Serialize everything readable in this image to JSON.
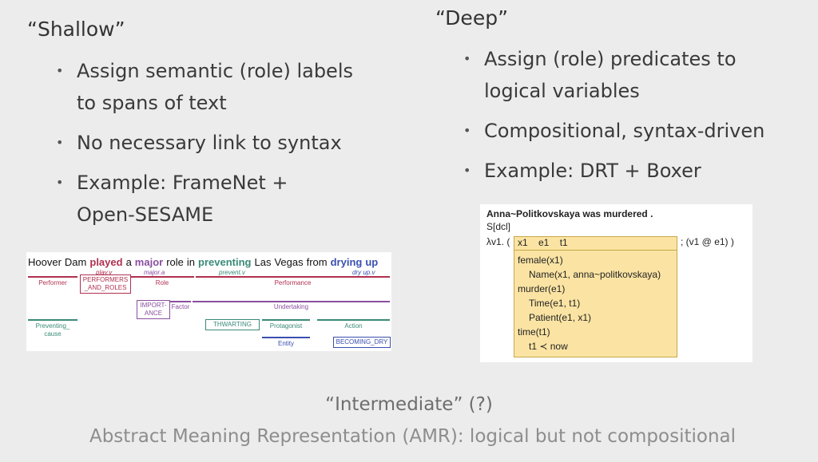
{
  "left": {
    "heading": "“Shallow”",
    "bullets": [
      {
        "lines": [
          "Assign semantic (role) labels",
          "to spans of text"
        ]
      },
      {
        "lines": [
          "No necessary link to syntax"
        ]
      },
      {
        "lines": [
          "Example: FrameNet +",
          "Open-SESAME"
        ]
      }
    ]
  },
  "right": {
    "heading": "“Deep”",
    "bullets": [
      {
        "lines": [
          "Assign (role) predicates to",
          "logical variables"
        ]
      },
      {
        "lines": [
          "Compositional, syntax-driven"
        ]
      },
      {
        "lines": [
          "Example: DRT + Boxer"
        ]
      }
    ]
  },
  "framenet": {
    "words": [
      "Hoover",
      "Dam",
      "played",
      "a",
      "major",
      "role",
      "in",
      "preventing",
      "Las",
      "Vegas",
      "from",
      "drying",
      "up"
    ],
    "targets": {
      "played": "play.v",
      "major": "major.a",
      "preventing": "prevent.v",
      "drying_up": "dry up.v"
    },
    "frame_elements": {
      "performer": "Performer",
      "performers_and_roles_1": "PERFORMERS",
      "performers_and_roles_2": "_AND_ROLES",
      "role": "Role",
      "performance": "Performance",
      "importance_1": "IMPORT-",
      "importance_2": "ANCE",
      "factor": "Factor",
      "undertaking": "Undertaking",
      "preventing_cause_1": "Preventing_",
      "preventing_cause_2": "cause",
      "thwarting": "THWARTING",
      "protagonist": "Protagonist",
      "action": "Action",
      "entity": "Entity",
      "becoming_dry": "BECOMING_DRY"
    },
    "colors": {
      "red": "#b03050",
      "purple": "#8a4fa0",
      "teal": "#3a8a78",
      "blue": "#3a4fb0"
    }
  },
  "drt": {
    "sentence": "Anna~Politkovskaya was murdered .",
    "category": "S[dcl]",
    "lambda_prefix": "λv1. (",
    "lambda_suffix": "; (v1 @ e1) )",
    "refs": "x1    e1    t1",
    "conditions": [
      "female(x1)",
      "Name(x1, anna~politkovskaya)",
      "murder(e1)",
      "Time(e1, t1)",
      "Patient(e1, x1)",
      "time(t1)",
      "t1 ≺ now"
    ]
  },
  "footer": {
    "intermediate": "“Intermediate” (?)",
    "amr": "Abstract Meaning Representation (AMR): logical but not compositional"
  }
}
